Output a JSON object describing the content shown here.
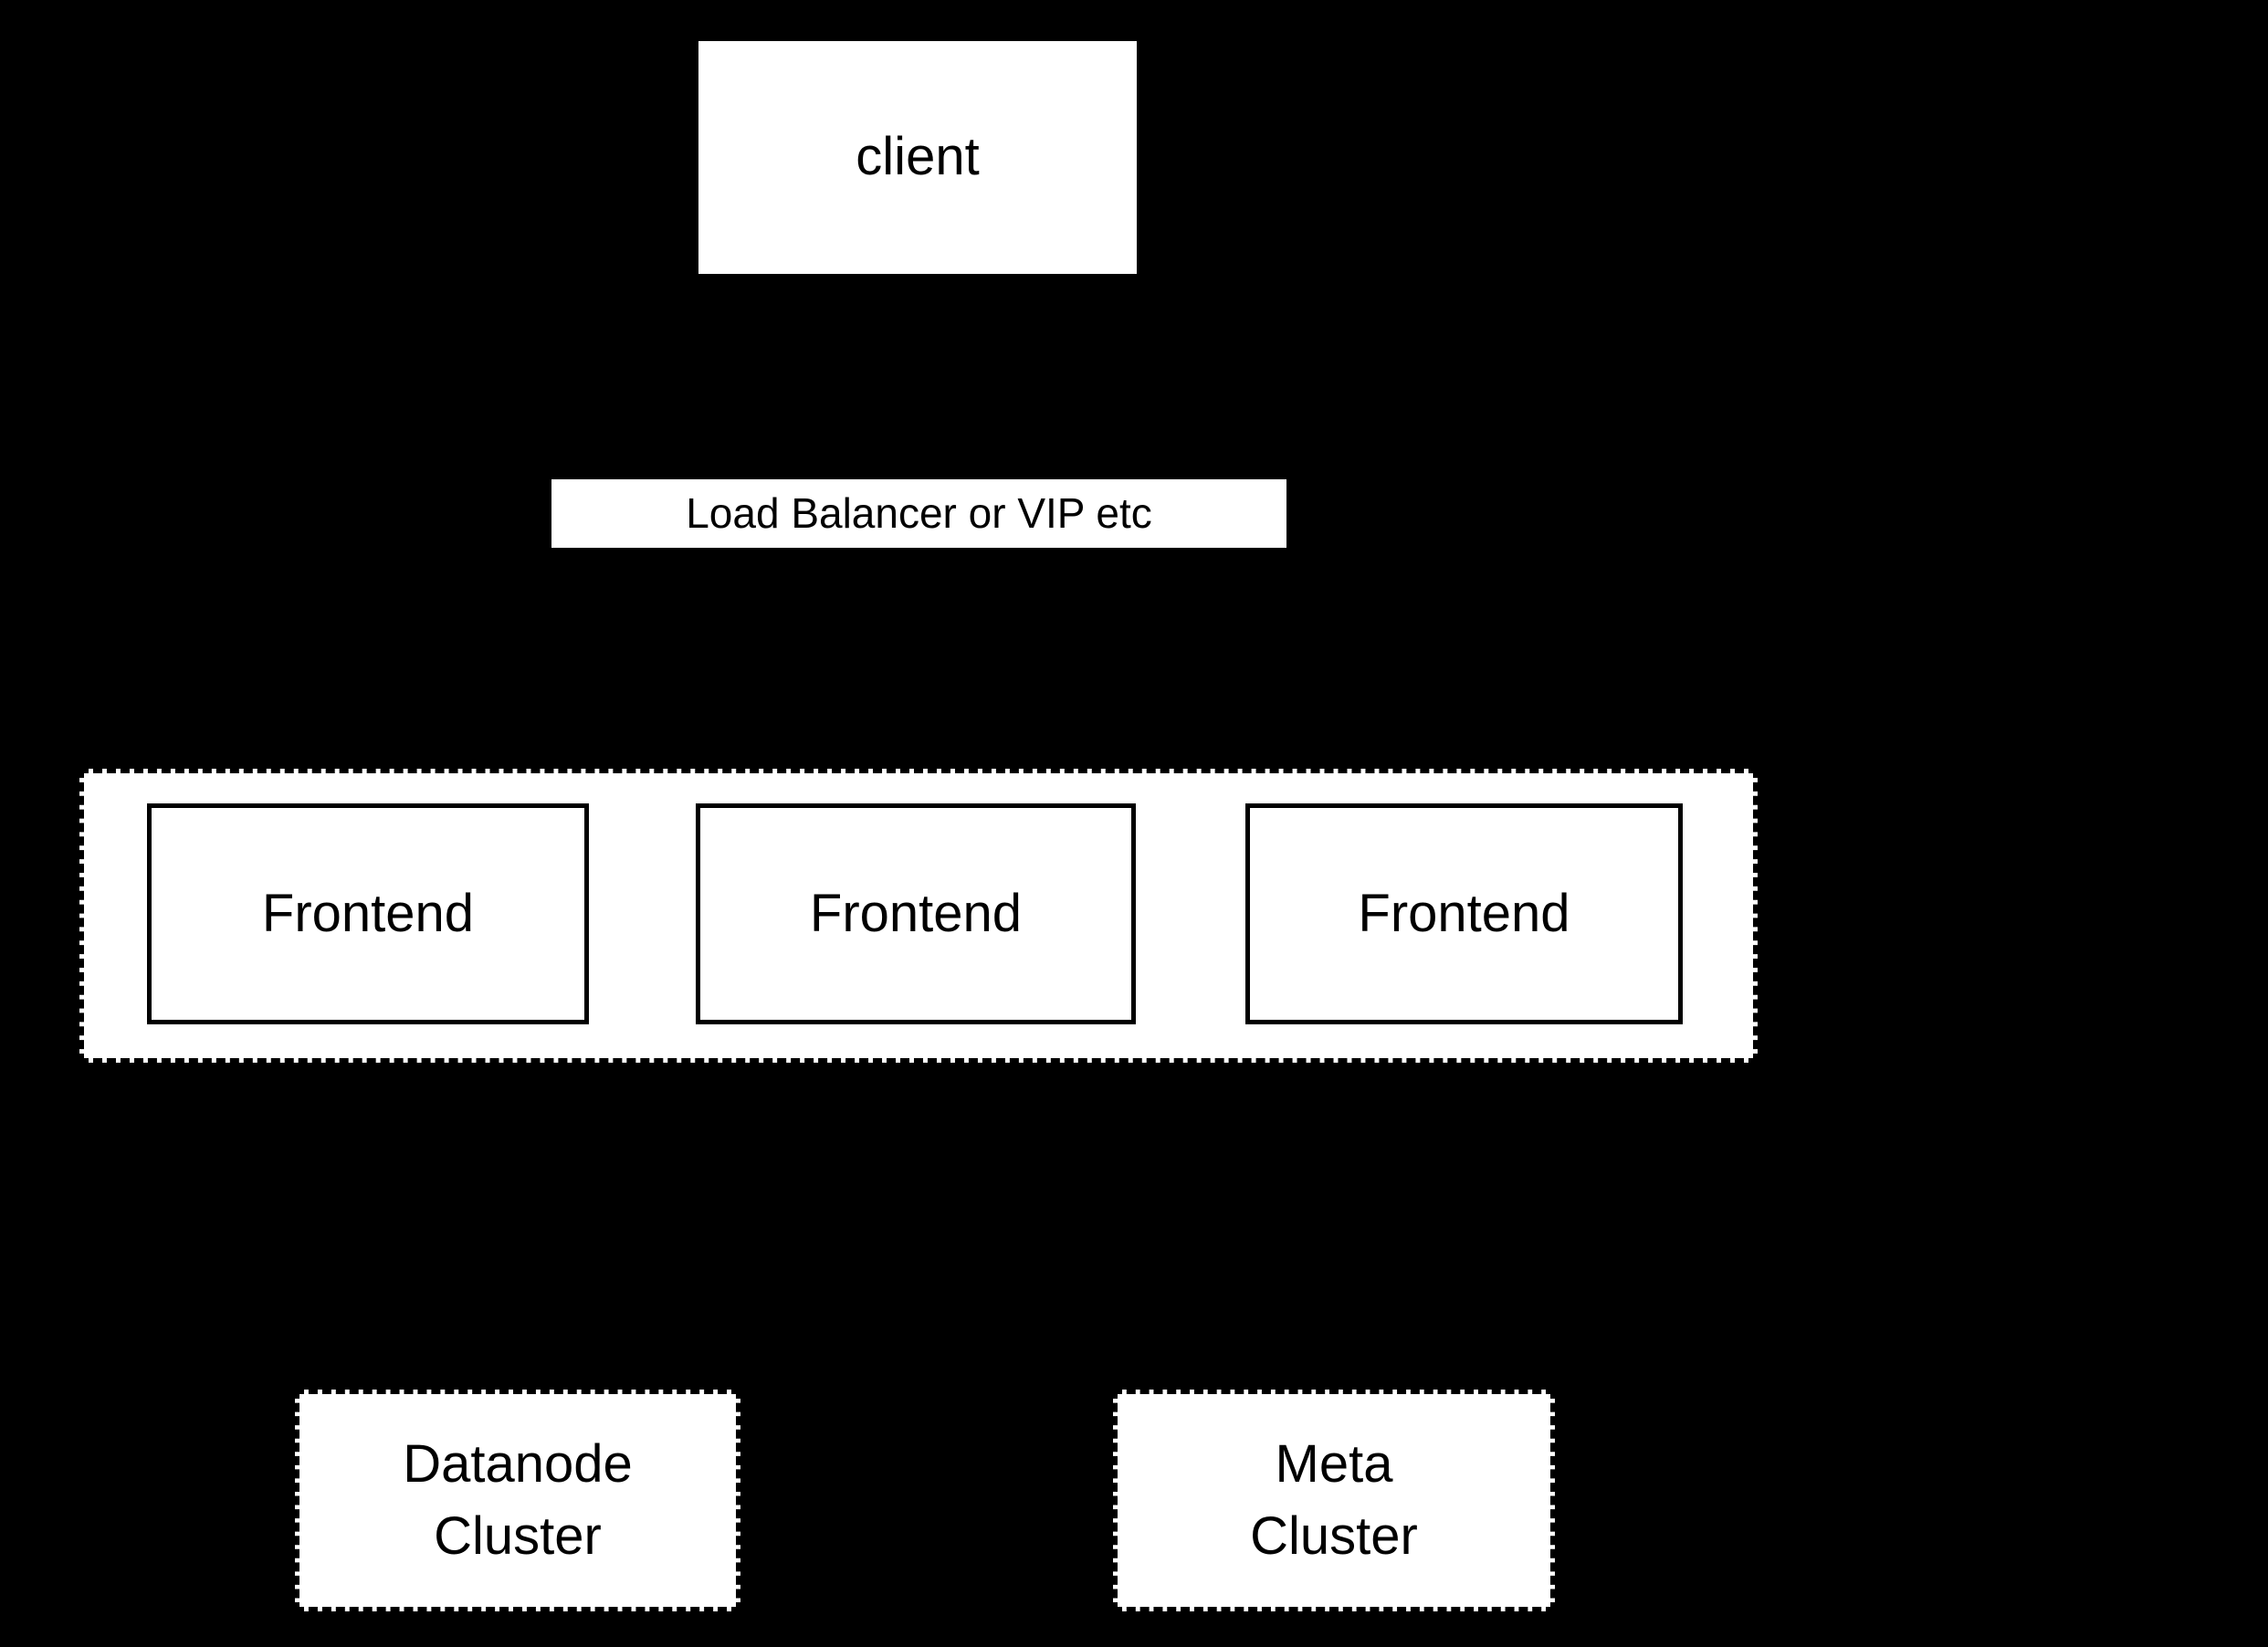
{
  "canvas": {
    "background_color": "#000000",
    "node_fill_color": "#ffffff",
    "stroke_color": "#000000",
    "text_color": "#000000"
  },
  "diagram": {
    "nodes": {
      "client": {
        "label": "client"
      },
      "load_balancer": {
        "label": "Load Balancer or VIP etc"
      },
      "frontends": [
        {
          "label": "Frontend"
        },
        {
          "label": "Frontend"
        },
        {
          "label": "Frontend"
        }
      ],
      "datanode_cluster": {
        "label": "Datanode\nCluster"
      },
      "meta_cluster": {
        "label": "Meta\nCluster"
      }
    }
  }
}
